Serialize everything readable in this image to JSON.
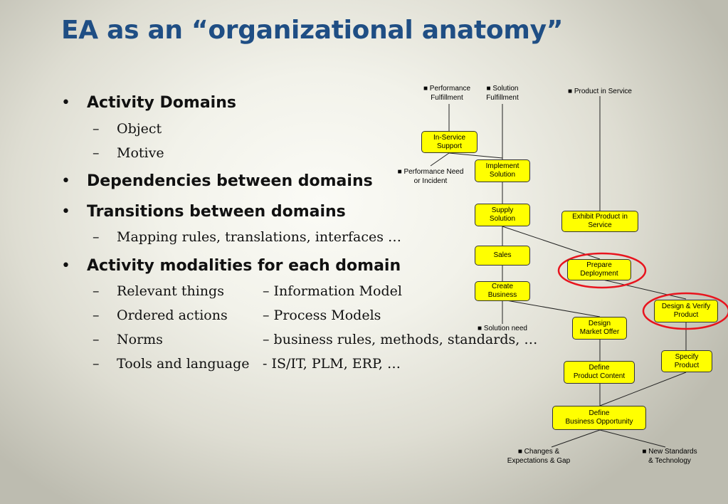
{
  "title": "EA as an “organizational anatomy”",
  "bullets": {
    "activity_domains": "Activity Domains",
    "object": "Object",
    "motive": "Motive",
    "dependencies": "Dependencies between domains",
    "transitions": "Transitions between domains",
    "mapping": "Mapping rules, translations, interfaces …",
    "modalities": "Activity modalities for each domain",
    "relevant_things": "Relevant things",
    "relevant_things_desc": "– Information Model",
    "ordered_actions": "Ordered actions",
    "ordered_actions_desc": "– Process Models",
    "norms": "Norms",
    "norms_desc": "– business rules, methods, standards, …",
    "tools": "Tools and language",
    "tools_desc": "- IS/IT, PLM, ERP, …",
    "bullet_marker": "•",
    "dash_marker": "–"
  },
  "diagram": {
    "labels": {
      "performance_fulfillment": "■ Performance\nFulfillment",
      "solution_fulfillment": "■ Solution\nFulfillment",
      "product_in_service": "■ Product in Service",
      "performance_need": "■ Performance Need\nor Incident",
      "solution_need": "■ Solution need",
      "changes_expectations": "■ Changes &\nExpectations & Gap",
      "new_standards": "■ New Standards\n& Technology"
    },
    "boxes": {
      "in_service_support": "In-Service\nSupport",
      "implement_solution": "Implement\nSolution",
      "supply_solution": "Supply\nSolution",
      "sales": "Sales",
      "create_business": "Create\nBusiness",
      "exhibit_product": "Exhibit Product in\nService",
      "prepare_deployment": "Prepare\nDeployment",
      "design_verify_product": "Design & Verify\nProduct",
      "design_market_offer": "Design\nMarket Offer",
      "specify_product": "Specify\nProduct",
      "define_product_content": "Define\nProduct Content",
      "define_business_opportunity": "Define\nBusiness Opportunity"
    },
    "colors": {
      "box_fill": "#ffff00",
      "highlight_ring": "#e8141e",
      "title": "#1f4e84"
    }
  }
}
